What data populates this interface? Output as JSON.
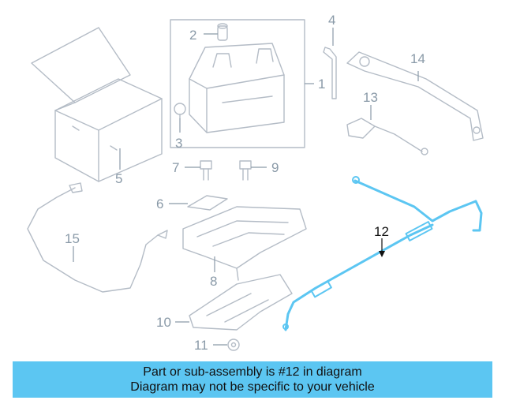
{
  "callouts": {
    "c1": "1",
    "c2": "2",
    "c3": "3",
    "c4": "4",
    "c5": "5",
    "c6": "6",
    "c7": "7",
    "c8": "8",
    "c9": "9",
    "c10": "10",
    "c11": "11",
    "c12": "12",
    "c13": "13",
    "c14": "14",
    "c15": "15"
  },
  "banner": {
    "line1": "Part or sub-assembly is #12 in diagram",
    "line2": "Diagram may not be specific to your vehicle"
  },
  "colors": {
    "highlight_part": "#5cc6f2",
    "banner_bg": "#5cc6f2",
    "line_art": "#b4bcc6"
  }
}
